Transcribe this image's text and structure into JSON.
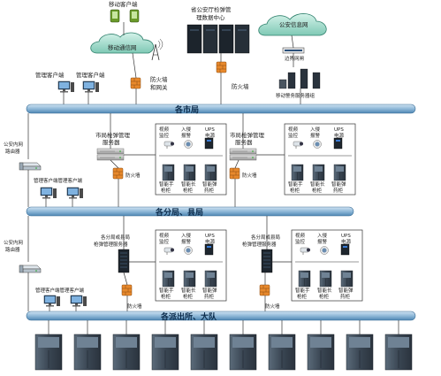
{
  "labels": {
    "top_mobile_client": "移动客户端",
    "top_mobile_network": "移动通信网",
    "top_provincial_center": [
      "省公安厅检弹管",
      "理数据中心"
    ],
    "top_police_net": "公安信息网",
    "top_firewall_gateway": [
      "防火墙",
      "和网关"
    ],
    "top_firewall_center": "防火墙",
    "top_isolation_gateway": "边界网闸",
    "top_mobile_server": "移动警务服务器组",
    "top_mgmt_clients": [
      "管理客户端",
      "管理客户端"
    ],
    "bus_city": "各市局",
    "city_router": [
      "公安内网",
      "路由器"
    ],
    "city_mgmt_clients": "管理客户端管理客户端",
    "city_server_left": [
      "市局枪弹管理",
      "服务器"
    ],
    "city_server_right": [
      "市局枪弹管理",
      "服务器"
    ],
    "city_firewall_left": "防火墙",
    "city_firewall_right": "防火墙",
    "cab_video": [
      "视频",
      "监控"
    ],
    "cab_intrusion": [
      "入侵",
      "报警"
    ],
    "cab_ups": [
      "UPS",
      "电源"
    ],
    "cab_gun": [
      "智能手",
      "枪柜"
    ],
    "cab_long_gun": [
      "智能长",
      "枪柜"
    ],
    "cab_ammo": [
      "智能弹",
      "药柜"
    ],
    "bus_branch": "各分局、县局",
    "branch_router": [
      "公安内网",
      "路由器"
    ],
    "branch_mgmt_clients": "管理客户端管理客户端",
    "branch_server_left": [
      "各分局或县局",
      "枪弹管理服务器"
    ],
    "branch_server_right": [
      "各分局或县局",
      "枪弹管理服务器"
    ],
    "branch_firewall_left": "防火墙",
    "branch_firewall_right": "防火墙",
    "bus_station": "各派出所、大队"
  },
  "colors": {
    "bus_fill": "#8fb8d8",
    "bus_stroke": "#3a6d96",
    "cloud_fill": "#9ed8c9",
    "cloud_stroke": "#2d7f6b",
    "firewall": "#e8892c",
    "cabinet_dark": "#3a4653",
    "line": "#333333"
  }
}
